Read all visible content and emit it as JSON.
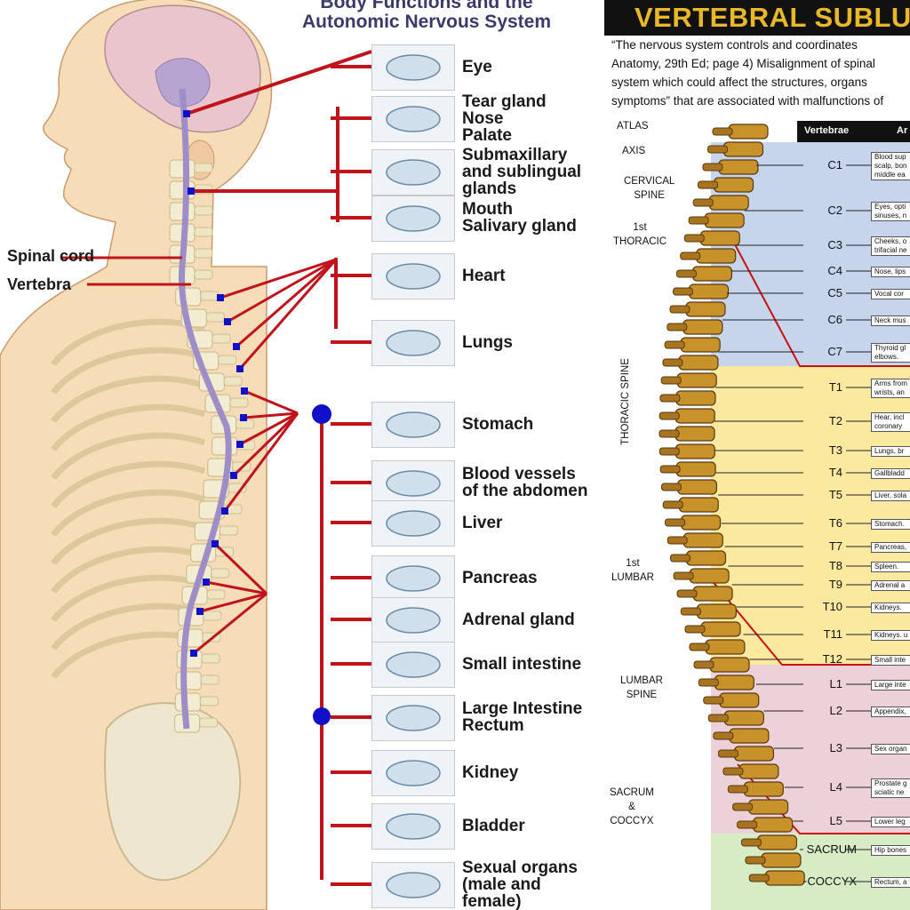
{
  "left": {
    "title_line1": "Body Functions and the",
    "title_line2": "Autonomic Nervous System",
    "spinal_cord": "Spinal cord",
    "vertebra": "Vertebra",
    "organs": [
      {
        "lines": [
          "Eye"
        ]
      },
      {
        "lines": [
          "Tear gland",
          "Nose",
          "Palate"
        ]
      },
      {
        "lines": [
          "Submaxillary",
          "and sublingual",
          "glands"
        ]
      },
      {
        "lines": [
          "Mouth",
          "Salivary gland"
        ]
      },
      {
        "lines": [
          "Heart"
        ]
      },
      {
        "lines": [
          "Lungs"
        ]
      },
      {
        "lines": [
          "Stomach"
        ]
      },
      {
        "lines": [
          "Blood vessels",
          "of the abdomen"
        ]
      },
      {
        "lines": [
          "Liver"
        ]
      },
      {
        "lines": [
          "Pancreas"
        ]
      },
      {
        "lines": [
          "Adrenal gland"
        ]
      },
      {
        "lines": [
          "Small intestine"
        ]
      },
      {
        "lines": [
          "Large Intestine",
          "Rectum"
        ]
      },
      {
        "lines": [
          "Kidney"
        ]
      },
      {
        "lines": [
          "Bladder"
        ]
      },
      {
        "lines": [
          "Sexual organs",
          "(male and",
          "female)"
        ]
      }
    ]
  },
  "right": {
    "title": "VERTEBRAL SUBLUXATION",
    "quote_lines": [
      "“The nervous system controls and coordinates",
      "Anatomy, 29th Ed; page 4) Misalignment of spinal",
      "system which could affect the structures, organs",
      "symptoms” that are associated with malfunctions of"
    ],
    "spine_labels": {
      "atlas": "ATLAS",
      "axis": "AXIS",
      "cervical": [
        "CERVICAL",
        "SPINE"
      ],
      "thoracic1": [
        "1st",
        "THORACIC"
      ],
      "thoracic_spine": "THORACIC SPINE",
      "lumbar1": [
        "1st",
        "LUMBAR"
      ],
      "lumbar_spine": [
        "LUMBAR",
        "SPINE"
      ],
      "sacrum": [
        "SACRUM",
        "&",
        "COCCYX"
      ]
    },
    "table_headers": [
      "Vertebrae",
      "Ar"
    ],
    "vertebrae": [
      {
        "v": "C1",
        "text": [
          "Blood sup",
          "scalp, bon",
          "middle ea"
        ]
      },
      {
        "v": "C2",
        "text": [
          "Eyes, opti",
          "sinuses, n"
        ]
      },
      {
        "v": "C3",
        "text": [
          "Cheeks, o",
          "trifacial ne"
        ]
      },
      {
        "v": "C4",
        "text": [
          "Nose, lips"
        ]
      },
      {
        "v": "C5",
        "text": [
          "Vocal cor"
        ]
      },
      {
        "v": "C6",
        "text": [
          "Neck mus"
        ]
      },
      {
        "v": "C7",
        "text": [
          "Thyroid gl",
          "elbows."
        ]
      },
      {
        "v": "T1",
        "text": [
          "Arms from",
          "wrists, an"
        ]
      },
      {
        "v": "T2",
        "text": [
          "Hear, incl",
          "coronary"
        ]
      },
      {
        "v": "T3",
        "text": [
          "Lungs, br"
        ]
      },
      {
        "v": "T4",
        "text": [
          "Gallbladd"
        ]
      },
      {
        "v": "T5",
        "text": [
          "Liver, sola"
        ]
      },
      {
        "v": "T6",
        "text": [
          "Stomach."
        ]
      },
      {
        "v": "T7",
        "text": [
          "Pancreas,"
        ]
      },
      {
        "v": "T8",
        "text": [
          "Spleen."
        ]
      },
      {
        "v": "T9",
        "text": [
          "Adrenal a"
        ]
      },
      {
        "v": "T10",
        "text": [
          "Kidneys."
        ]
      },
      {
        "v": "T11",
        "text": [
          "Kidneys. u"
        ]
      },
      {
        "v": "T12",
        "text": [
          "Small inte"
        ]
      },
      {
        "v": "L1",
        "text": [
          "Large inte"
        ]
      },
      {
        "v": "L2",
        "text": [
          "Appendix,"
        ]
      },
      {
        "v": "L3",
        "text": [
          "Sex organ"
        ]
      },
      {
        "v": "L4",
        "text": [
          "Prostate g",
          "sciatic ne"
        ]
      },
      {
        "v": "L5",
        "text": [
          "Lower leg"
        ]
      },
      {
        "v": "SACRUM",
        "text": [
          "Hip bones"
        ]
      },
      {
        "v": "COCCYX",
        "text": [
          "Rectum, a"
        ]
      }
    ]
  },
  "colors": {
    "nerve_red": "#c0141c",
    "node_blue": "#1010c8",
    "title_yellow": "#e8b828",
    "cervical_blue": "#c6d4ec",
    "thoracic_yellow": "#fbe9a0",
    "lumbar_pink": "#ecd2d8",
    "sacral_green": "#d6ecc4"
  }
}
